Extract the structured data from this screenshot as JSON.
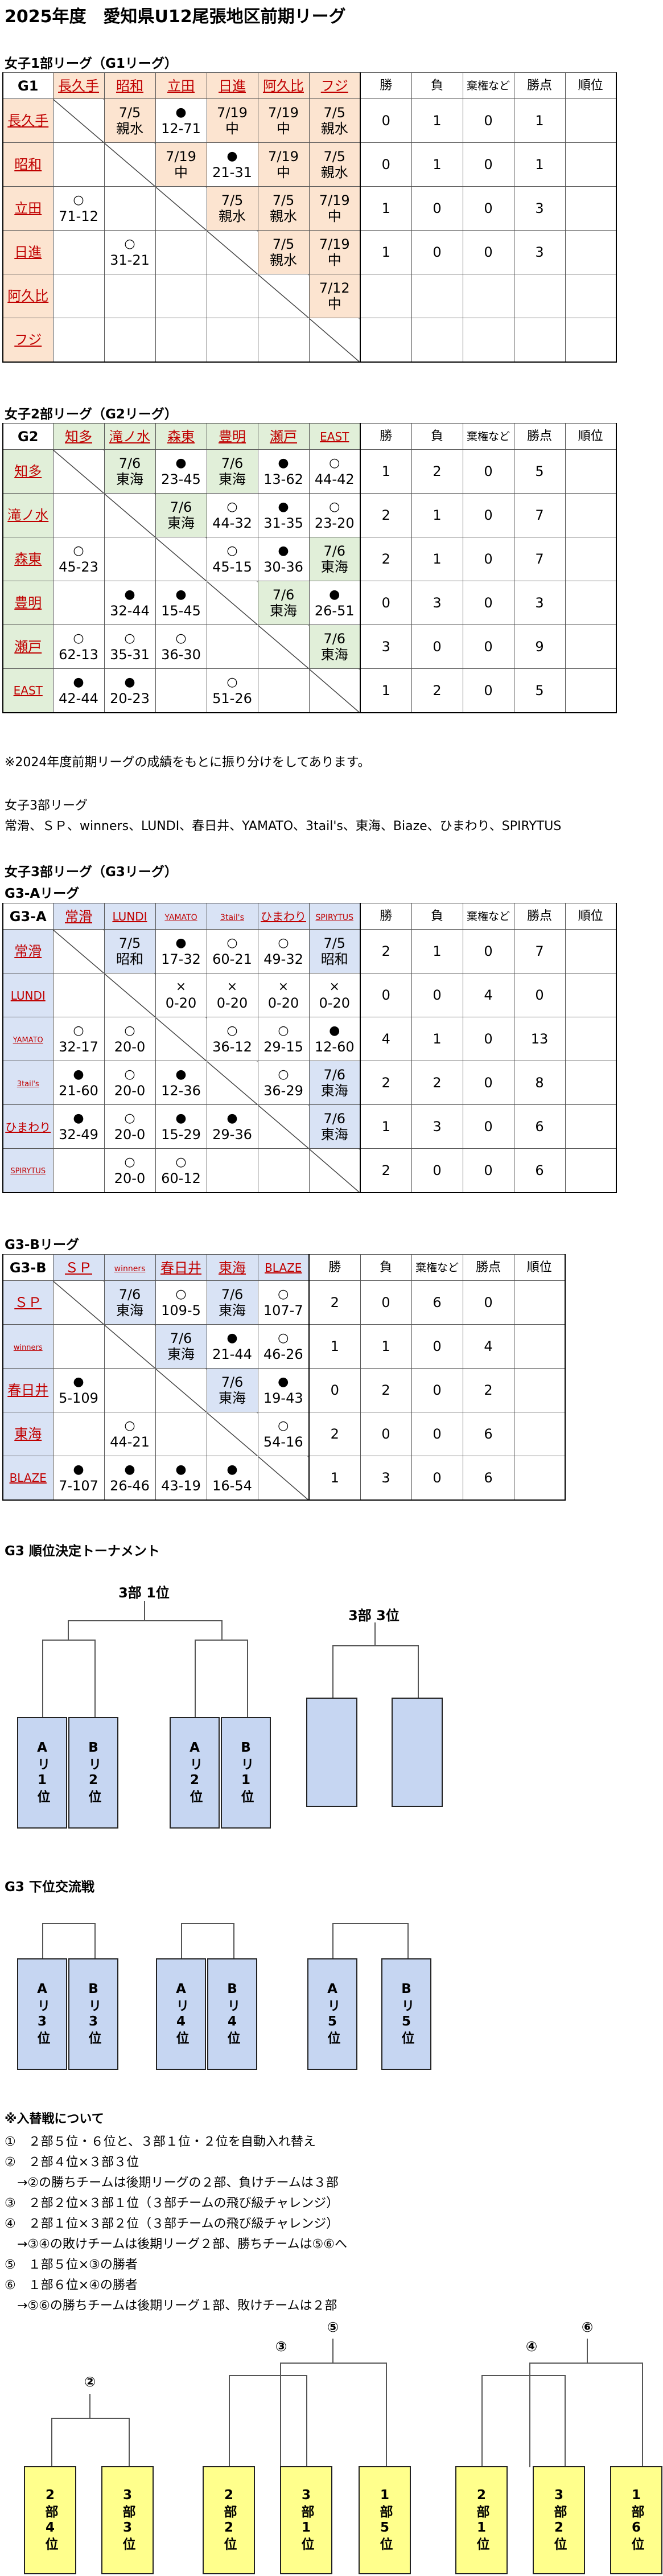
{
  "title": "2025年度　愛知県U12尾張地区前期リーグ",
  "stats_headers": [
    "勝",
    "負",
    "棄権など",
    "勝点",
    "順位"
  ],
  "g1": {
    "heading": "女子1部リーグ（G1リーグ）",
    "label": "G1",
    "teams": [
      "長久手",
      "昭和",
      "立田",
      "日進",
      "阿久比",
      "フジ"
    ],
    "rows": [
      {
        "team": "長久手",
        "cells": [
          {
            "t": "diag"
          },
          {
            "t": "m",
            "top": "7/5",
            "bot": "親水"
          },
          {
            "t": "r",
            "sym": "●",
            "score": "12-71"
          },
          {
            "t": "m",
            "top": "7/19",
            "bot": "中"
          },
          {
            "t": "m",
            "top": "7/19",
            "bot": "中"
          },
          {
            "t": "m",
            "top": "7/5",
            "bot": "親水"
          }
        ],
        "stats": [
          "0",
          "1",
          "0",
          "1",
          ""
        ]
      },
      {
        "team": "昭和",
        "cells": [
          {
            "t": "m",
            "top": "",
            "bot": ""
          },
          {
            "t": "diag"
          },
          {
            "t": "m",
            "top": "7/19",
            "bot": "中"
          },
          {
            "t": "r",
            "sym": "●",
            "score": "21-31"
          },
          {
            "t": "m",
            "top": "7/19",
            "bot": "中"
          },
          {
            "t": "m",
            "top": "7/5",
            "bot": "親水"
          }
        ],
        "stats": [
          "0",
          "1",
          "0",
          "1",
          ""
        ]
      },
      {
        "team": "立田",
        "cells": [
          {
            "t": "r",
            "sym": "○",
            "score": "71-12"
          },
          {
            "t": "e"
          },
          {
            "t": "diag"
          },
          {
            "t": "m",
            "top": "7/5",
            "bot": "親水"
          },
          {
            "t": "m",
            "top": "7/5",
            "bot": "親水"
          },
          {
            "t": "m",
            "top": "7/19",
            "bot": "中"
          }
        ],
        "stats": [
          "1",
          "0",
          "0",
          "3",
          ""
        ]
      },
      {
        "team": "日進",
        "cells": [
          {
            "t": "e"
          },
          {
            "t": "r",
            "sym": "○",
            "score": "31-21"
          },
          {
            "t": "e"
          },
          {
            "t": "diag"
          },
          {
            "t": "m",
            "top": "7/5",
            "bot": "親水"
          },
          {
            "t": "m",
            "top": "7/19",
            "bot": "中"
          }
        ],
        "stats": [
          "1",
          "0",
          "0",
          "3",
          ""
        ]
      },
      {
        "team": "阿久比",
        "cells": [
          {
            "t": "e"
          },
          {
            "t": "e"
          },
          {
            "t": "e"
          },
          {
            "t": "e"
          },
          {
            "t": "diag"
          },
          {
            "t": "m",
            "top": "7/12",
            "bot": "中"
          }
        ],
        "stats": [
          "",
          "",
          "",
          "",
          ""
        ]
      },
      {
        "team": "フジ",
        "cells": [
          {
            "t": "e"
          },
          {
            "t": "e"
          },
          {
            "t": "e"
          },
          {
            "t": "e"
          },
          {
            "t": "e"
          },
          {
            "t": "diag"
          }
        ],
        "stats": [
          "",
          "",
          "",
          "",
          ""
        ]
      }
    ]
  },
  "g2": {
    "heading": "女子2部リーグ（G2リーグ）",
    "label": "G2",
    "teams": [
      "知多",
      "滝ノ水",
      "森東",
      "豊明",
      "瀬戸",
      "EAST"
    ],
    "rows": [
      {
        "team": "知多",
        "cells": [
          {
            "t": "diag"
          },
          {
            "t": "m",
            "top": "7/6",
            "bot": "東海"
          },
          {
            "t": "r",
            "sym": "●",
            "score": "23-45"
          },
          {
            "t": "m",
            "top": "7/6",
            "bot": "東海"
          },
          {
            "t": "r",
            "sym": "●",
            "score": "13-62"
          },
          {
            "t": "r",
            "sym": "○",
            "score": "44-42"
          }
        ],
        "stats": [
          "1",
          "2",
          "0",
          "5",
          ""
        ]
      },
      {
        "team": "滝ノ水",
        "cells": [
          {
            "t": "e"
          },
          {
            "t": "diag"
          },
          {
            "t": "m",
            "top": "7/6",
            "bot": "東海"
          },
          {
            "t": "r",
            "sym": "○",
            "score": "44-32"
          },
          {
            "t": "r",
            "sym": "●",
            "score": "31-35"
          },
          {
            "t": "r",
            "sym": "○",
            "score": "23-20"
          }
        ],
        "stats": [
          "2",
          "1",
          "0",
          "7",
          ""
        ]
      },
      {
        "team": "森東",
        "cells": [
          {
            "t": "r",
            "sym": "○",
            "score": "45-23"
          },
          {
            "t": "e"
          },
          {
            "t": "diag"
          },
          {
            "t": "r",
            "sym": "○",
            "score": "45-15"
          },
          {
            "t": "r",
            "sym": "●",
            "score": "30-36"
          },
          {
            "t": "m",
            "top": "7/6",
            "bot": "東海"
          }
        ],
        "stats": [
          "2",
          "1",
          "0",
          "7",
          ""
        ]
      },
      {
        "team": "豊明",
        "cells": [
          {
            "t": "e"
          },
          {
            "t": "r",
            "sym": "●",
            "score": "32-44"
          },
          {
            "t": "r",
            "sym": "●",
            "score": "15-45"
          },
          {
            "t": "diag"
          },
          {
            "t": "m",
            "top": "7/6",
            "bot": "東海"
          },
          {
            "t": "r",
            "sym": "●",
            "score": "26-51"
          }
        ],
        "stats": [
          "0",
          "3",
          "0",
          "3",
          ""
        ]
      },
      {
        "team": "瀬戸",
        "cells": [
          {
            "t": "r",
            "sym": "○",
            "score": "62-13"
          },
          {
            "t": "r",
            "sym": "○",
            "score": "35-31"
          },
          {
            "t": "r",
            "sym": "○",
            "score": "36-30"
          },
          {
            "t": "e"
          },
          {
            "t": "diag"
          },
          {
            "t": "m",
            "top": "7/6",
            "bot": "東海"
          }
        ],
        "stats": [
          "3",
          "0",
          "0",
          "9",
          ""
        ]
      },
      {
        "team": "EAST",
        "cells": [
          {
            "t": "r",
            "sym": "●",
            "score": "42-44"
          },
          {
            "t": "r",
            "sym": "●",
            "score": "20-23"
          },
          {
            "t": "e"
          },
          {
            "t": "r",
            "sym": "○",
            "score": "51-26"
          },
          {
            "t": "e"
          },
          {
            "t": "diag"
          }
        ],
        "stats": [
          "1",
          "2",
          "0",
          "5",
          ""
        ]
      }
    ]
  },
  "note1": "※2024年度前期リーグの成績をもとに振り分けをしてあります。",
  "g3_intro_title": "女子3部リーグ",
  "g3_intro_teams": "常滑、ＳＰ、winners、LUNDI、春日井、YAMATO、3tail's、東海、Biaze、ひまわり、SPIRYTUS",
  "g3_heading": "女子3部リーグ（G3リーグ）",
  "g3a": {
    "heading": "G3-Aリーグ",
    "label": "G3-A",
    "teams": [
      "常滑",
      "LUNDI",
      "YAMATO",
      "3tail's",
      "ひまわり",
      "SPIRYTUS"
    ],
    "rows": [
      {
        "team": "常滑",
        "cells": [
          {
            "t": "diag"
          },
          {
            "t": "m",
            "top": "7/5",
            "bot": "昭和"
          },
          {
            "t": "r",
            "sym": "●",
            "score": "17-32"
          },
          {
            "t": "r",
            "sym": "○",
            "score": "60-21"
          },
          {
            "t": "r",
            "sym": "○",
            "score": "49-32"
          },
          {
            "t": "m",
            "top": "7/5",
            "bot": "昭和"
          }
        ],
        "stats": [
          "2",
          "1",
          "0",
          "7",
          ""
        ]
      },
      {
        "team": "LUNDI",
        "cells": [
          {
            "t": "e"
          },
          {
            "t": "diag"
          },
          {
            "t": "r",
            "sym": "×",
            "score": "0-20"
          },
          {
            "t": "r",
            "sym": "×",
            "score": "0-20"
          },
          {
            "t": "r",
            "sym": "×",
            "score": "0-20"
          },
          {
            "t": "r",
            "sym": "×",
            "score": "0-20"
          }
        ],
        "stats": [
          "0",
          "0",
          "4",
          "0",
          ""
        ]
      },
      {
        "team": "YAMATO",
        "cells": [
          {
            "t": "r",
            "sym": "○",
            "score": "32-17"
          },
          {
            "t": "r",
            "sym": "○",
            "score": "20-0"
          },
          {
            "t": "diag"
          },
          {
            "t": "r",
            "sym": "○",
            "score": "36-12"
          },
          {
            "t": "r",
            "sym": "○",
            "score": "29-15"
          },
          {
            "t": "r",
            "sym": "●",
            "score": "12-60"
          }
        ],
        "stats": [
          "4",
          "1",
          "0",
          "13",
          ""
        ]
      },
      {
        "team": "3tail's",
        "cells": [
          {
            "t": "r",
            "sym": "●",
            "score": "21-60"
          },
          {
            "t": "r",
            "sym": "○",
            "score": "20-0"
          },
          {
            "t": "r",
            "sym": "●",
            "score": "12-36"
          },
          {
            "t": "diag"
          },
          {
            "t": "r",
            "sym": "○",
            "score": "36-29"
          },
          {
            "t": "m",
            "top": "7/6",
            "bot": "東海"
          }
        ],
        "stats": [
          "2",
          "2",
          "0",
          "8",
          ""
        ]
      },
      {
        "team": "ひまわり",
        "cells": [
          {
            "t": "r",
            "sym": "●",
            "score": "32-49"
          },
          {
            "t": "r",
            "sym": "○",
            "score": "20-0"
          },
          {
            "t": "r",
            "sym": "●",
            "score": "15-29"
          },
          {
            "t": "r",
            "sym": "●",
            "score": "29-36"
          },
          {
            "t": "diag"
          },
          {
            "t": "m",
            "top": "7/6",
            "bot": "東海"
          }
        ],
        "stats": [
          "1",
          "3",
          "0",
          "6",
          ""
        ]
      },
      {
        "team": "SPIRYTUS",
        "cells": [
          {
            "t": "e"
          },
          {
            "t": "r",
            "sym": "○",
            "score": "20-0"
          },
          {
            "t": "r",
            "sym": "○",
            "score": "60-12"
          },
          {
            "t": "e"
          },
          {
            "t": "e"
          },
          {
            "t": "diag"
          }
        ],
        "stats": [
          "2",
          "0",
          "0",
          "6",
          ""
        ]
      }
    ]
  },
  "g3b": {
    "heading": "G3-Bリーグ",
    "label": "G3-B",
    "teams": [
      "ＳＰ",
      "winners",
      "春日井",
      "東海",
      "BLAZE"
    ],
    "rows": [
      {
        "team": "ＳＰ",
        "cells": [
          {
            "t": "diag"
          },
          {
            "t": "m",
            "top": "7/6",
            "bot": "東海"
          },
          {
            "t": "r",
            "sym": "○",
            "score": "109-5"
          },
          {
            "t": "m",
            "top": "7/6",
            "bot": "東海"
          },
          {
            "t": "r",
            "sym": "○",
            "score": "107-7"
          }
        ],
        "stats": [
          "2",
          "0",
          "6",
          "0",
          ""
        ]
      },
      {
        "team": "winners",
        "cells": [
          {
            "t": "e"
          },
          {
            "t": "diag"
          },
          {
            "t": "m",
            "top": "7/6",
            "bot": "東海"
          },
          {
            "t": "r",
            "sym": "●",
            "score": "21-44"
          },
          {
            "t": "r",
            "sym": "○",
            "score": "46-26"
          }
        ],
        "stats": [
          "1",
          "1",
          "0",
          "4",
          ""
        ]
      },
      {
        "team": "春日井",
        "cells": [
          {
            "t": "r",
            "sym": "●",
            "score": "5-109"
          },
          {
            "t": "e"
          },
          {
            "t": "diag"
          },
          {
            "t": "m",
            "top": "7/6",
            "bot": "東海"
          },
          {
            "t": "r",
            "sym": "●",
            "score": "19-43"
          }
        ],
        "stats": [
          "0",
          "2",
          "0",
          "2",
          ""
        ]
      },
      {
        "team": "東海",
        "cells": [
          {
            "t": "e"
          },
          {
            "t": "r",
            "sym": "○",
            "score": "44-21"
          },
          {
            "t": "e"
          },
          {
            "t": "diag"
          },
          {
            "t": "r",
            "sym": "○",
            "score": "54-16"
          }
        ],
        "stats": [
          "2",
          "0",
          "0",
          "6",
          ""
        ]
      },
      {
        "team": "BLAZE",
        "cells": [
          {
            "t": "r",
            "sym": "●",
            "score": "7-107"
          },
          {
            "t": "r",
            "sym": "●",
            "score": "26-46"
          },
          {
            "t": "r",
            "sym": "●",
            "score": "43-19"
          },
          {
            "t": "r",
            "sym": "●",
            "score": "16-54"
          },
          {
            "t": "diag"
          }
        ],
        "stats": [
          "1",
          "3",
          "0",
          "6",
          ""
        ]
      }
    ]
  },
  "tournament": {
    "heading": "G3 順位決定トーナメント",
    "label_first": "3部 1位",
    "label_third": "3部 3位",
    "boxes": [
      "Aリ1位",
      "Bリ2位",
      "Aリ2位",
      "Bリ1位",
      "",
      ""
    ]
  },
  "lower": {
    "heading": "G3 下位交流戦",
    "boxes": [
      "Aリ3位",
      "Bリ3位",
      "Aリ4位",
      "Bリ4位",
      "Aリ5位",
      "Bリ5位"
    ]
  },
  "replacement": {
    "heading": "※入替戦について",
    "lines": [
      "①　２部５位・６位と、３部１位・２位を自動入れ替え",
      "②　２部４位×３部３位",
      "　→②の勝ちチームは後期リーグの２部、負けチームは３部",
      "③　２部２位×３部１位（３部チームの飛び級チャレンジ）",
      "④　２部１位×３部２位（３部チームの飛び級チャレンジ）",
      "　→③④の敗けチームは後期リーグ２部、勝ちチームは⑤⑥へ",
      "⑤　１部５位×③の勝者",
      "⑥　１部６位×④の勝者",
      "　→⑤⑥の勝ちチームは後期リーグ１部、敗けチームは２部"
    ],
    "labels": [
      "②",
      "③",
      "⑤",
      "④",
      "⑥"
    ],
    "boxes": [
      "2部4位",
      "3部3位",
      "2部2位",
      "3部1位",
      "1部5位",
      "2部1位",
      "3部2位",
      "1部6位"
    ]
  }
}
